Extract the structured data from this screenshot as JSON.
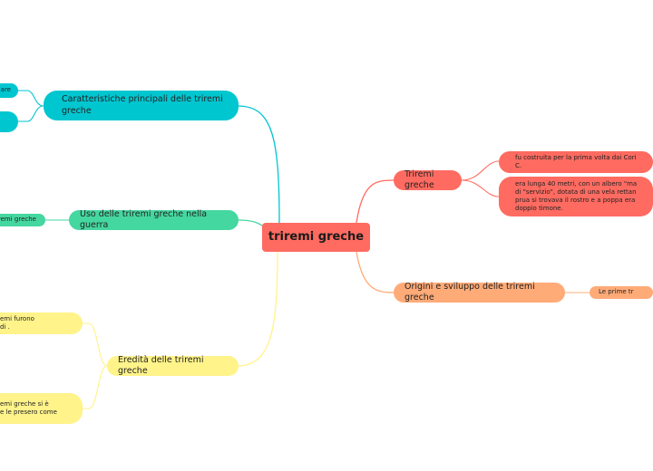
{
  "central": {
    "label": "triremi greche"
  },
  "branches": {
    "caratteristiche": {
      "label": "Caratteristiche principali delle triremi\ngreche"
    },
    "uso": {
      "label": "Uso delle triremi greche nella guerra"
    },
    "eredita": {
      "label": "Eredità delle triremi greche"
    },
    "triremi": {
      "label": "Triremi greche"
    },
    "origini": {
      "label": "Origini e sviluppo delle triremi greche"
    }
  },
  "subnodes": {
    "car_1": "are",
    "car_2": "",
    "uso_1": "remi greche",
    "ere_1": "emi furono\ndi .",
    "ere_2": "emi greche si è\ne le presero come",
    "tri_1": "fu costruita per la prima volta dai Cori\nC.",
    "tri_2": "era lunga 40 metri, con un albero \"ma\ndi \"servizio\", dotata di una vela rettan\nprua si trovava il rostro e a poppa era\ndoppio timone.",
    "ori_1": "Le prime tr"
  },
  "colors": {
    "central": "#ff6b61",
    "cyan": "#00c6d0",
    "green": "#45d7a0",
    "yellow": "#fff38a",
    "red": "#ff6b61",
    "orange": "#ffab78"
  }
}
